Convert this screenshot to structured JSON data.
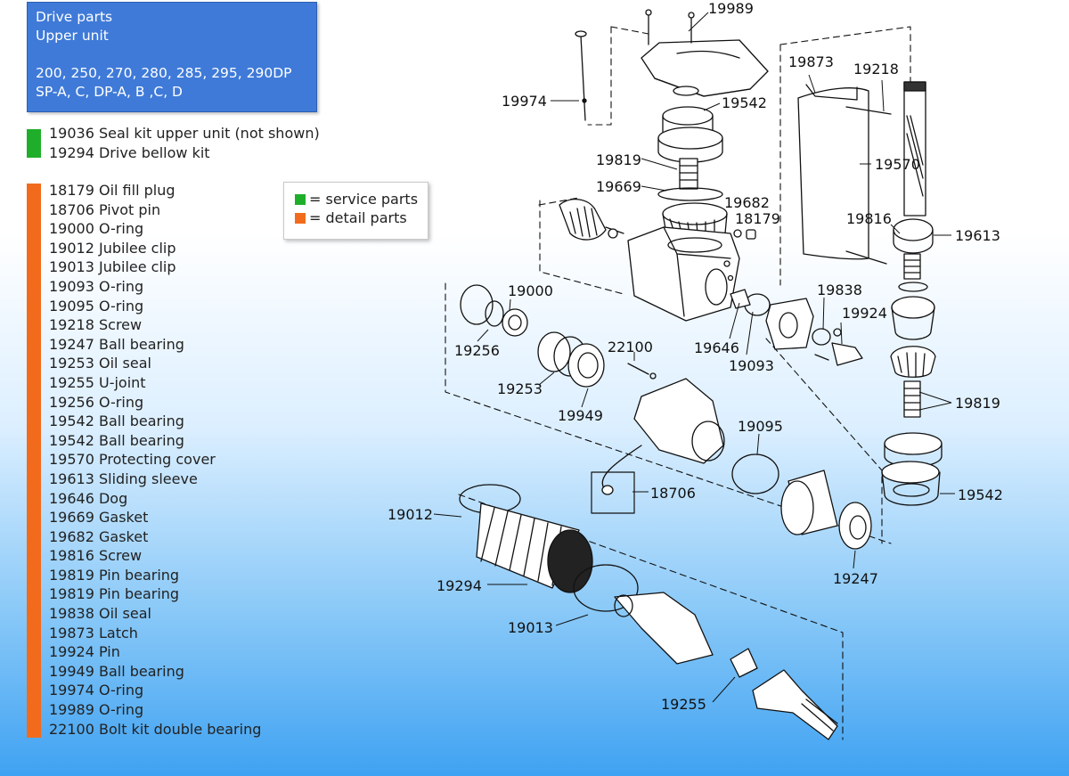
{
  "title": {
    "line1": "Drive parts",
    "line2": "Upper unit",
    "models1": "200, 250, 270, 280, 285, 295, 290DP",
    "models2": "SP-A, C, DP-A, B ,C, D"
  },
  "service_parts": [
    "19036 Seal kit upper unit (not shown)",
    "19294 Drive bellow kit"
  ],
  "detail_parts": [
    "18179 Oil fill plug",
    "18706 Pivot pin",
    "19000 O-ring",
    "19012 Jubilee clip",
    "19013 Jubilee clip",
    "19093 O-ring",
    "19095 O-ring",
    "19218 Screw",
    "19247 Ball bearing",
    "19253 Oil seal",
    "19255 U-joint",
    "19256 O-ring",
    "19542 Ball bearing",
    "19542 Ball bearing",
    "19570 Protecting cover",
    "19613 Sliding sleeve",
    "19646 Dog",
    "19669 Gasket",
    "19682 Gasket",
    "19816 Screw",
    "19819 Pin bearing",
    "19819 Pin bearing",
    "19838 Oil seal",
    "19873 Latch",
    "19924 Pin",
    "19949 Ball bearing",
    "19974 O-ring",
    "19989 O-ring",
    "22100 Bolt kit double bearing"
  ],
  "key": {
    "service": "= service parts",
    "detail": "= detail parts",
    "service_color": "#1fae2a",
    "detail_color": "#f26b1d"
  },
  "callouts": {
    "c19989": "19989",
    "c19974": "19974",
    "c19542a": "19542",
    "c19873": "19873",
    "c19218": "19218",
    "c19570": "19570",
    "c19819a": "19819",
    "c19669": "19669",
    "c19682": "19682",
    "c18179": "18179",
    "c19816": "19816",
    "c19613": "19613",
    "c19000": "19000",
    "c19838": "19838",
    "c19924": "19924",
    "c19256": "19256",
    "c22100": "22100",
    "c19646": "19646",
    "c19093": "19093",
    "c19253": "19253",
    "c19949": "19949",
    "c19819b": "19819",
    "c19095": "19095",
    "c18706": "18706",
    "c19542b": "19542",
    "c19012": "19012",
    "c19247": "19247",
    "c19294": "19294",
    "c19013": "19013",
    "c19255": "19255"
  }
}
